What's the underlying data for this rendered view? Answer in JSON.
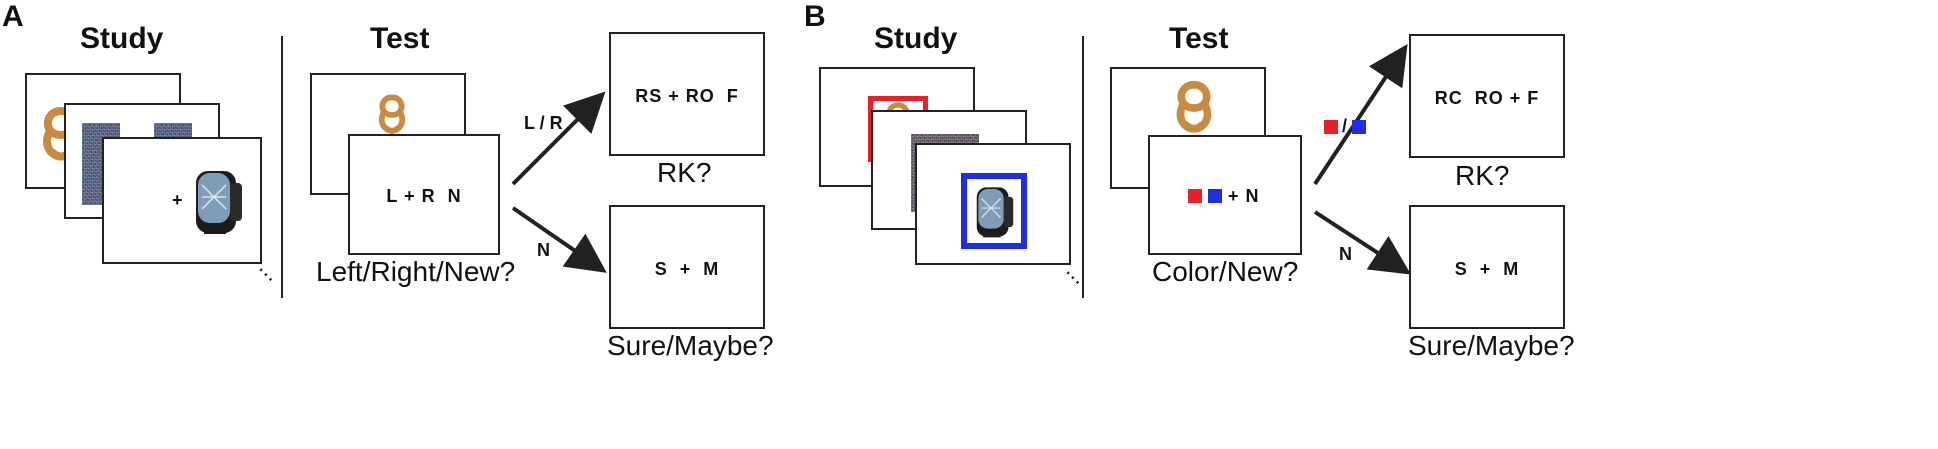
{
  "panel_a": {
    "letter": "A",
    "study_heading": "Study",
    "test_heading": "Test",
    "test_stimulus": "L + R  N",
    "test_question": "Left/Right/New?",
    "arrow_old_label": "L / R",
    "arrow_new_label": "N",
    "old_response_stimulus": "RS + RO  F",
    "old_response_question": "RK?",
    "new_response_stimulus": "S  +  M",
    "new_response_question": "Sure/Maybe?",
    "fixation": "+",
    "ellipsis": "⋯"
  },
  "panel_b": {
    "letter": "B",
    "study_heading": "Study",
    "test_heading": "Test",
    "test_stimulus": "+ N",
    "test_question": "Color/New?",
    "arrow_old_label": "/",
    "arrow_new_label": "N",
    "old_response_stimulus": "RC  RO + F",
    "old_response_question": "RK?",
    "new_response_stimulus": "S  +  M",
    "new_response_question": "Sure/Maybe?",
    "ellipsis": "⋯"
  },
  "colors": {
    "red": "#e8202a",
    "blue": "#1f2fe0",
    "pretzel": "#c98a42",
    "backpack": "#7f9cb8"
  }
}
